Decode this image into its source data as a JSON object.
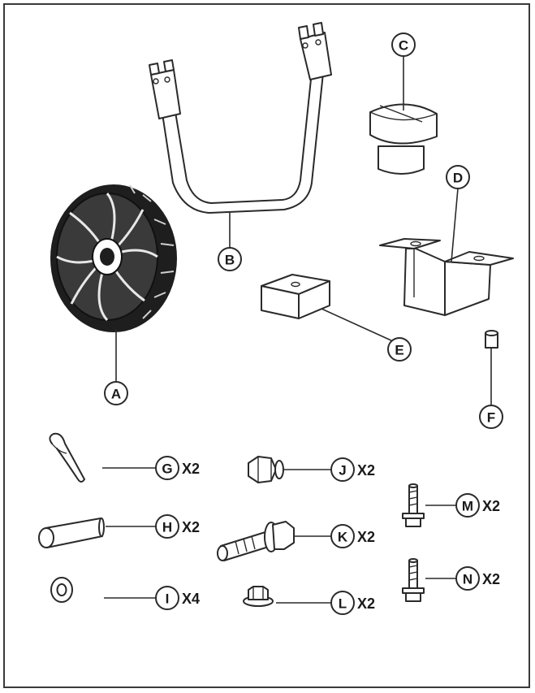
{
  "callouts": {
    "a": "A",
    "b": "B",
    "c": "C",
    "d": "D",
    "e": "E",
    "f": "F",
    "g": "G",
    "h": "H",
    "i": "I",
    "j": "J",
    "k": "K",
    "l": "L",
    "m": "M",
    "n": "N"
  },
  "quantities": {
    "g": "X2",
    "h": "X2",
    "i": "X4",
    "j": "X2",
    "k": "X2",
    "l": "X2",
    "m": "X2",
    "n": "X2"
  },
  "colors": {
    "line": "#2a2a2a",
    "frame": "#3a3a3a",
    "background": "#ffffff"
  }
}
